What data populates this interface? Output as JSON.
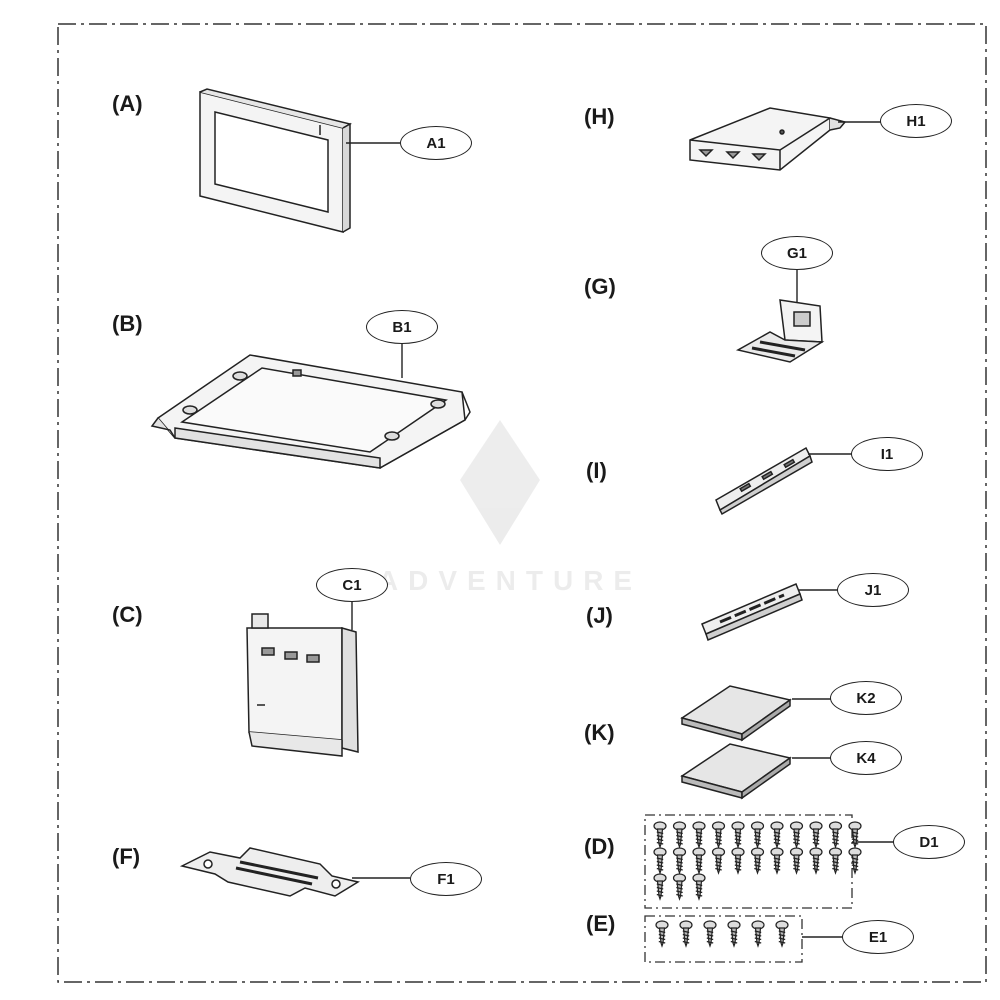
{
  "sections": [
    {
      "label": "(A)",
      "callout": "A1"
    },
    {
      "label": "(B)",
      "callout": "B1"
    },
    {
      "label": "(C)",
      "callout": "C1"
    },
    {
      "label": "(F)",
      "callout": "F1"
    },
    {
      "label": "(H)",
      "callout": "H1"
    },
    {
      "label": "(G)",
      "callout": "G1"
    },
    {
      "label": "(I)",
      "callout": "I1"
    },
    {
      "label": "(J)",
      "callout": "J1"
    },
    {
      "label": "(K)",
      "callouts": [
        "K2",
        "K4"
      ]
    },
    {
      "label": "(D)",
      "callout": "D1"
    },
    {
      "label": "(E)",
      "callout": "E1"
    }
  ],
  "screw_counts": {
    "D1": 25,
    "E1": 6
  },
  "watermark_text": "ADVENTURE",
  "colors": {
    "line": "#222222",
    "fill": "#f2f2f2",
    "dark": "#555555"
  }
}
